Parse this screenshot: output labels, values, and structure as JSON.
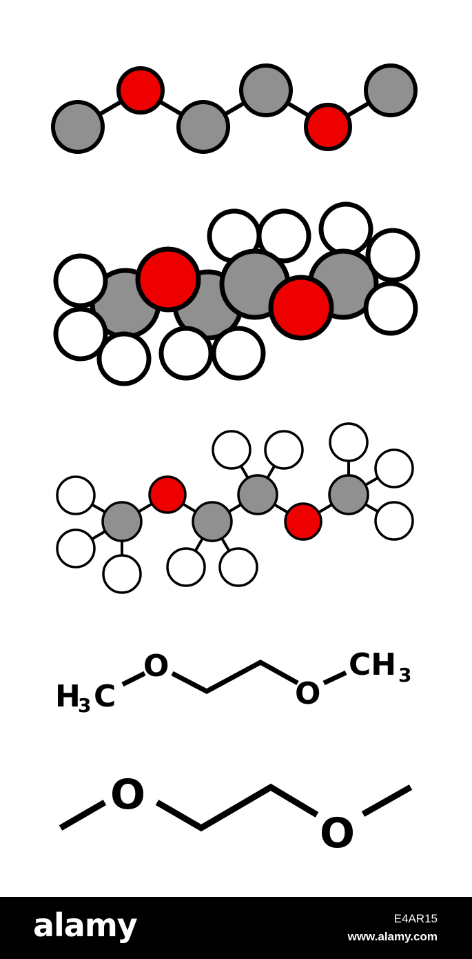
{
  "colors": {
    "carbon": "#909090",
    "oxygen": "#ee0000",
    "hydrogen": "#ffffff",
    "outline": "#000000",
    "footer": "#000000"
  },
  "models": [
    "space-filling-heavy-atoms",
    "space-filling",
    "ball-and-stick",
    "structural-formula",
    "skeletal-formula"
  ],
  "formula": {
    "left_group": "H",
    "left_subscript": "3",
    "left_carbon": "C",
    "oxygen_1": "O",
    "oxygen_2": "O",
    "right_group": "CH",
    "right_subscript": "3"
  },
  "skeletal": {
    "oxygen_1": "O",
    "oxygen_2": "O"
  },
  "footer": {
    "logo": "alamy",
    "image_id": "E4AR15",
    "site": "www.alamy.com"
  }
}
